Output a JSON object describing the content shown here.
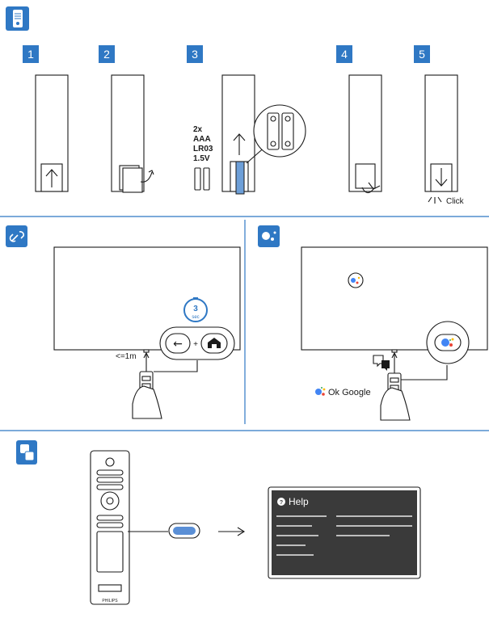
{
  "steps": [
    "1",
    "2",
    "3",
    "4",
    "5"
  ],
  "battery": {
    "count": "2x",
    "type": "AAA",
    "code": "LR03",
    "voltage": "1.5V"
  },
  "click_label": "Click",
  "pairing": {
    "distance": "<=1m",
    "hold_seconds": "3",
    "hold_unit": "sec"
  },
  "assistant": {
    "label": "Ok Google"
  },
  "help": {
    "title": "Help"
  },
  "remote_brand": "PHILIPS",
  "colors": {
    "accent": "#2f78c4",
    "help_screen": "#3a3a3a",
    "help_button": "#5a8fd6",
    "assistant_blue": "#4285f4",
    "assistant_red": "#ea4335",
    "assistant_yellow": "#fbbc05",
    "assistant_green": "#34a853"
  }
}
